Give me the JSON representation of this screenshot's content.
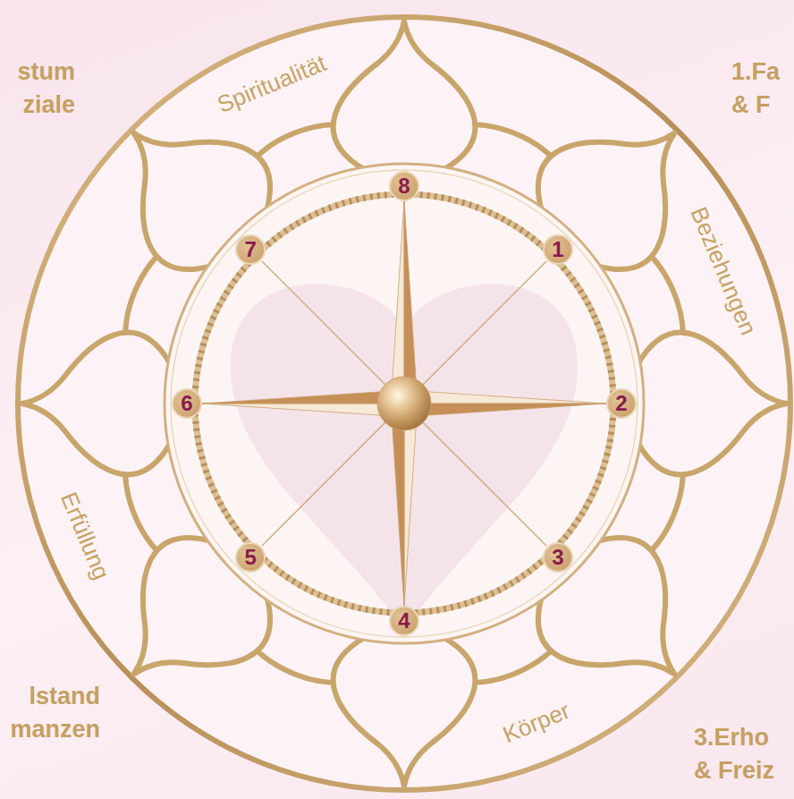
{
  "diagram": {
    "nodes": [
      {
        "text": [
          "1"
        ]
      },
      {
        "text": [
          "2"
        ]
      },
      {
        "text": [
          "3"
        ]
      },
      {
        "text": [
          "4"
        ]
      },
      {
        "text": [
          "5"
        ]
      },
      {
        "text": [
          "6"
        ]
      },
      {
        "text": [
          "7"
        ]
      },
      {
        "text": [
          "8"
        ]
      }
    ],
    "labels": [
      "stum ziale",
      "Spiritualität",
      "1.Fa & F",
      "Beziehungen",
      "Erfüllung",
      "lstand manzen",
      "Körper",
      "3.Erho & Freiz"
    ]
  }
}
